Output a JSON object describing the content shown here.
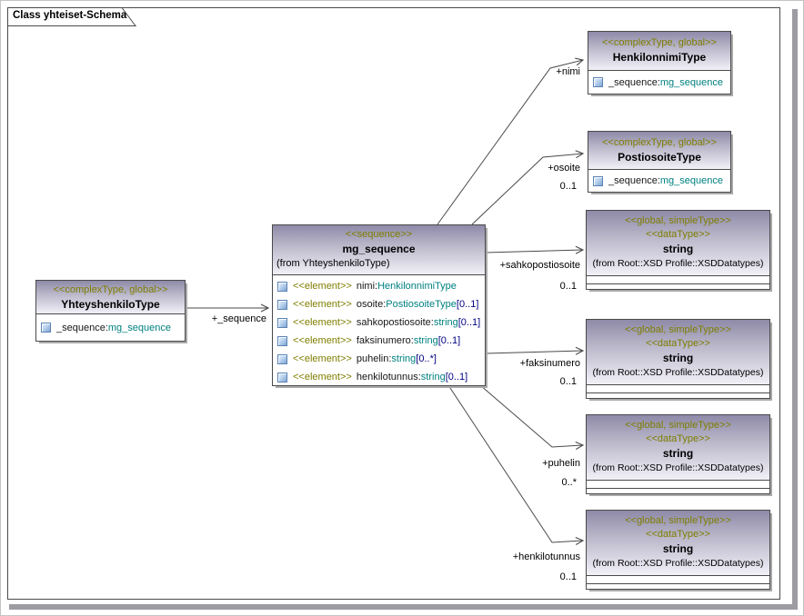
{
  "frame": {
    "title": "Class yhteiset-Schema"
  },
  "colors": {
    "stereotype": "#7e7e00",
    "type_reference": "#008080",
    "multiplicity": "#000080",
    "header_gradient_top": "#8e8aa8",
    "header_gradient_bottom": "#f2f0f7",
    "line": "#4a4a4a"
  },
  "nodes": {
    "yhteyshenkilotype": {
      "stereotype": "<<complexType, global>>",
      "name": "YhteyshenkiloType",
      "attr": {
        "name": "_sequence:",
        "type": "mg_sequence"
      }
    },
    "mg_sequence": {
      "stereotype": "<<sequence>>",
      "name": "mg_sequence",
      "from": "(from YhteyshenkiloType)",
      "elements": [
        {
          "stereotype": "<<element>>",
          "name": "nimi:",
          "type": "HenkilonnimiType",
          "mult": ""
        },
        {
          "stereotype": "<<element>>",
          "name": "osoite:",
          "type": "PostiosoiteType",
          "mult": "[0..1]"
        },
        {
          "stereotype": "<<element>>",
          "name": "sahkopostiosoite:",
          "type": "string",
          "mult": "[0..1]"
        },
        {
          "stereotype": "<<element>>",
          "name": "faksinumero:",
          "type": "string",
          "mult": "[0..1]"
        },
        {
          "stereotype": "<<element>>",
          "name": "puhelin:",
          "type": "string",
          "mult": "[0..*]"
        },
        {
          "stereotype": "<<element>>",
          "name": "henkilotunnus:",
          "type": "string",
          "mult": "[0..1]"
        }
      ]
    },
    "henkilonnimitype": {
      "stereotype": "<<complexType, global>>",
      "name": "HenkilonnimiType",
      "attr": {
        "name": "_sequence:",
        "type": "mg_sequence"
      }
    },
    "postiosoitetype": {
      "stereotype": "<<complexType, global>>",
      "name": "PostiosoiteType",
      "attr": {
        "name": "_sequence:",
        "type": "mg_sequence"
      }
    },
    "string_type": {
      "stereotype1": "<<global, simpleType>>",
      "stereotype2": "<<dataType>>",
      "name": "string",
      "from": "(from Root::XSD Profile::XSDDatatypes)"
    }
  },
  "connections": {
    "_sequence": {
      "label": "+_sequence",
      "mult": ""
    },
    "nimi": {
      "label": "+nimi",
      "mult": ""
    },
    "osoite": {
      "label": "+osoite",
      "mult": "0..1"
    },
    "sahkopostiosoite": {
      "label": "+sahkopostiosoite",
      "mult": "0..1"
    },
    "faksinumero": {
      "label": "+faksinumero",
      "mult": "0..1"
    },
    "puhelin": {
      "label": "+puhelin",
      "mult": "0..*"
    },
    "henkilotunnus": {
      "label": "+henkilotunnus",
      "mult": "0..1"
    }
  }
}
